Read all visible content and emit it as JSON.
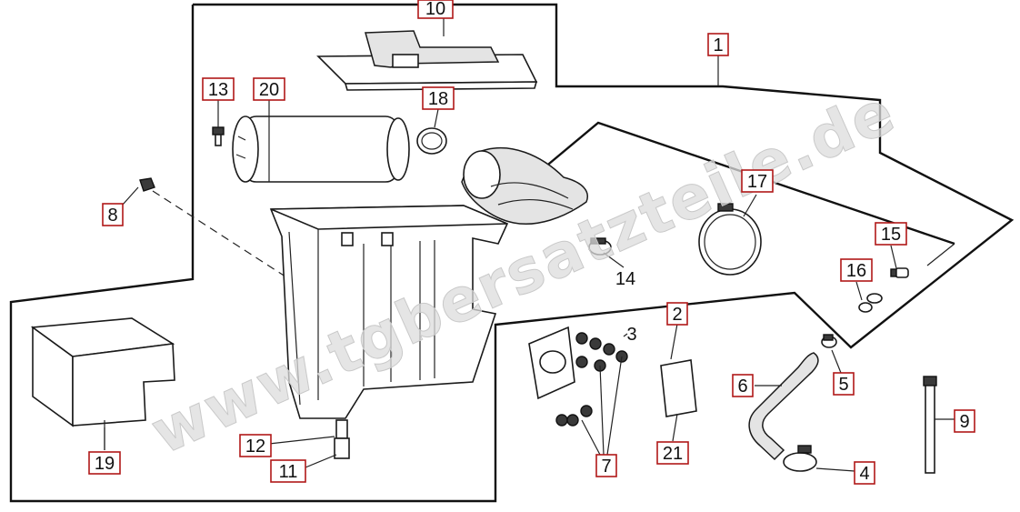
{
  "watermark": "www.tgbersatzteile.de",
  "labels": [
    {
      "id": "1",
      "text": "1"
    },
    {
      "id": "2",
      "text": "2"
    },
    {
      "id": "3",
      "text": "3"
    },
    {
      "id": "4",
      "text": "4"
    },
    {
      "id": "5",
      "text": "5"
    },
    {
      "id": "6",
      "text": "6"
    },
    {
      "id": "7",
      "text": "7"
    },
    {
      "id": "8",
      "text": "8"
    },
    {
      "id": "9",
      "text": "9"
    },
    {
      "id": "10",
      "text": "10"
    },
    {
      "id": "11",
      "text": "11"
    },
    {
      "id": "12",
      "text": "12"
    },
    {
      "id": "13",
      "text": "13"
    },
    {
      "id": "14",
      "text": "14"
    },
    {
      "id": "15",
      "text": "15"
    },
    {
      "id": "16",
      "text": "16"
    },
    {
      "id": "17",
      "text": "17"
    },
    {
      "id": "18",
      "text": "18"
    },
    {
      "id": "19",
      "text": "19"
    },
    {
      "id": "20",
      "text": "20"
    },
    {
      "id": "21",
      "text": "21"
    }
  ],
  "colors": {
    "label_border": "#b01818",
    "line": "#111111",
    "watermark": "#dcdcdc"
  }
}
